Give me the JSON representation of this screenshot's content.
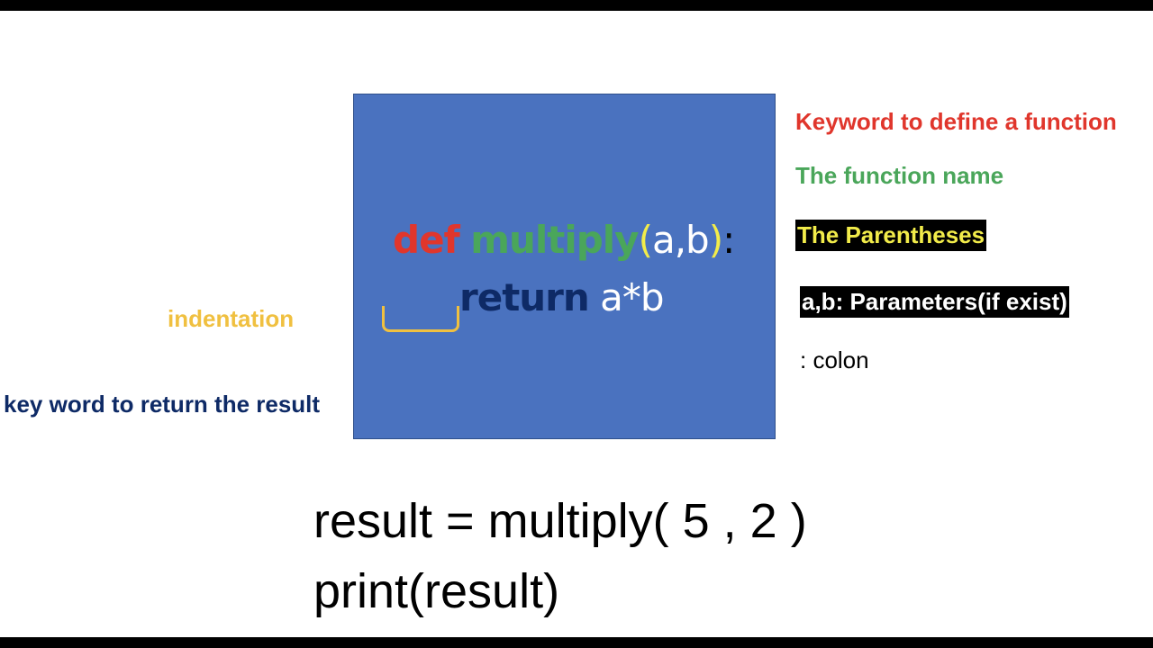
{
  "code": {
    "line1": {
      "keyword": "def",
      "function_name": "multiply",
      "open_paren": "(",
      "params": "a,b",
      "close_paren": ")",
      "colon": ":"
    },
    "line2": {
      "keyword": "return",
      "expression": "a*b"
    }
  },
  "annotations": {
    "def_keyword": "Keyword to define a function",
    "function_name": "The function name",
    "parentheses": "The Parentheses",
    "parameters": "a,b: Parameters(if exist)",
    "colon": ": colon",
    "indentation": "indentation",
    "return_keyword": "key word to return the result"
  },
  "usage": {
    "call_line": "result = multiply( 5 , 2 )",
    "print_line": "print(result)"
  },
  "colors": {
    "box_background": "#4a72bf",
    "def_red": "#e0362c",
    "name_green": "#4aa65a",
    "paren_yellow": "#f2ec4a",
    "return_navy": "#0e2a66",
    "indent_orange": "#f0c040"
  }
}
